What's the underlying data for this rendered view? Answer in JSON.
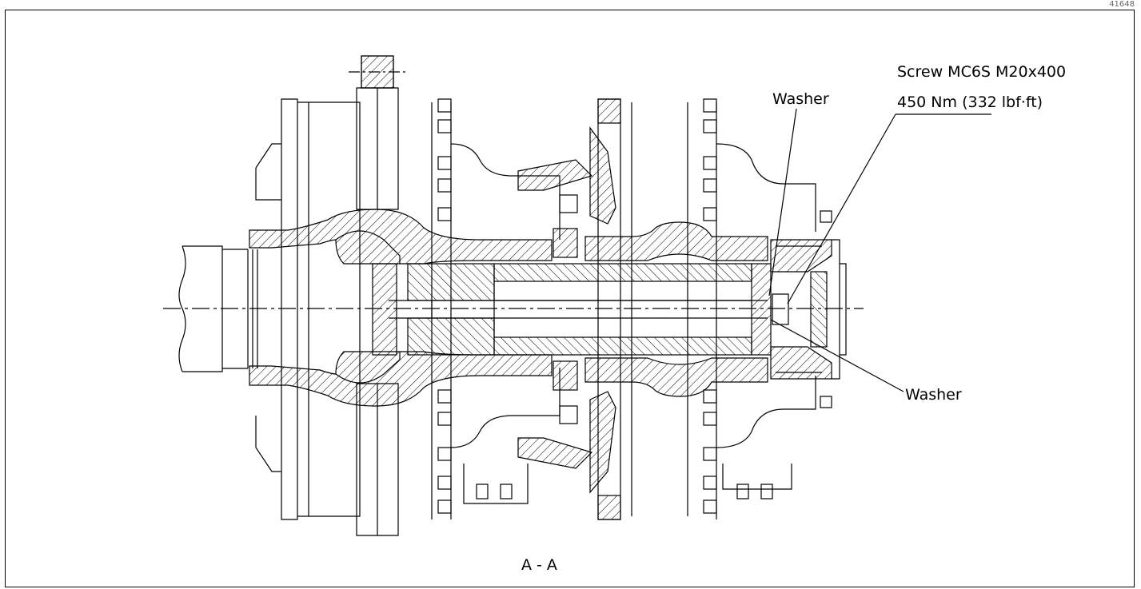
{
  "document_id": "41648",
  "section_label": "A - A",
  "callouts": {
    "screw_line1": "Screw MC6S M20x400",
    "screw_line2": "450 Nm (332 lbf·ft)",
    "washer_top": "Washer",
    "washer_bottom": "Washer"
  }
}
